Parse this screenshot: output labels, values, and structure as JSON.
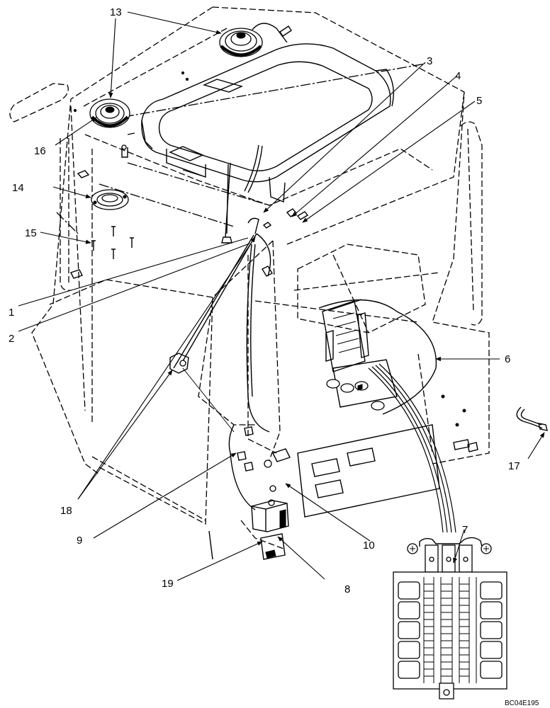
{
  "drawing": {
    "reference_code": "BC04E195",
    "callouts": [
      "1",
      "2",
      "3",
      "4",
      "5",
      "6",
      "7",
      "8",
      "9",
      "10",
      "13",
      "14",
      "15",
      "16",
      "17",
      "18",
      "19"
    ]
  }
}
